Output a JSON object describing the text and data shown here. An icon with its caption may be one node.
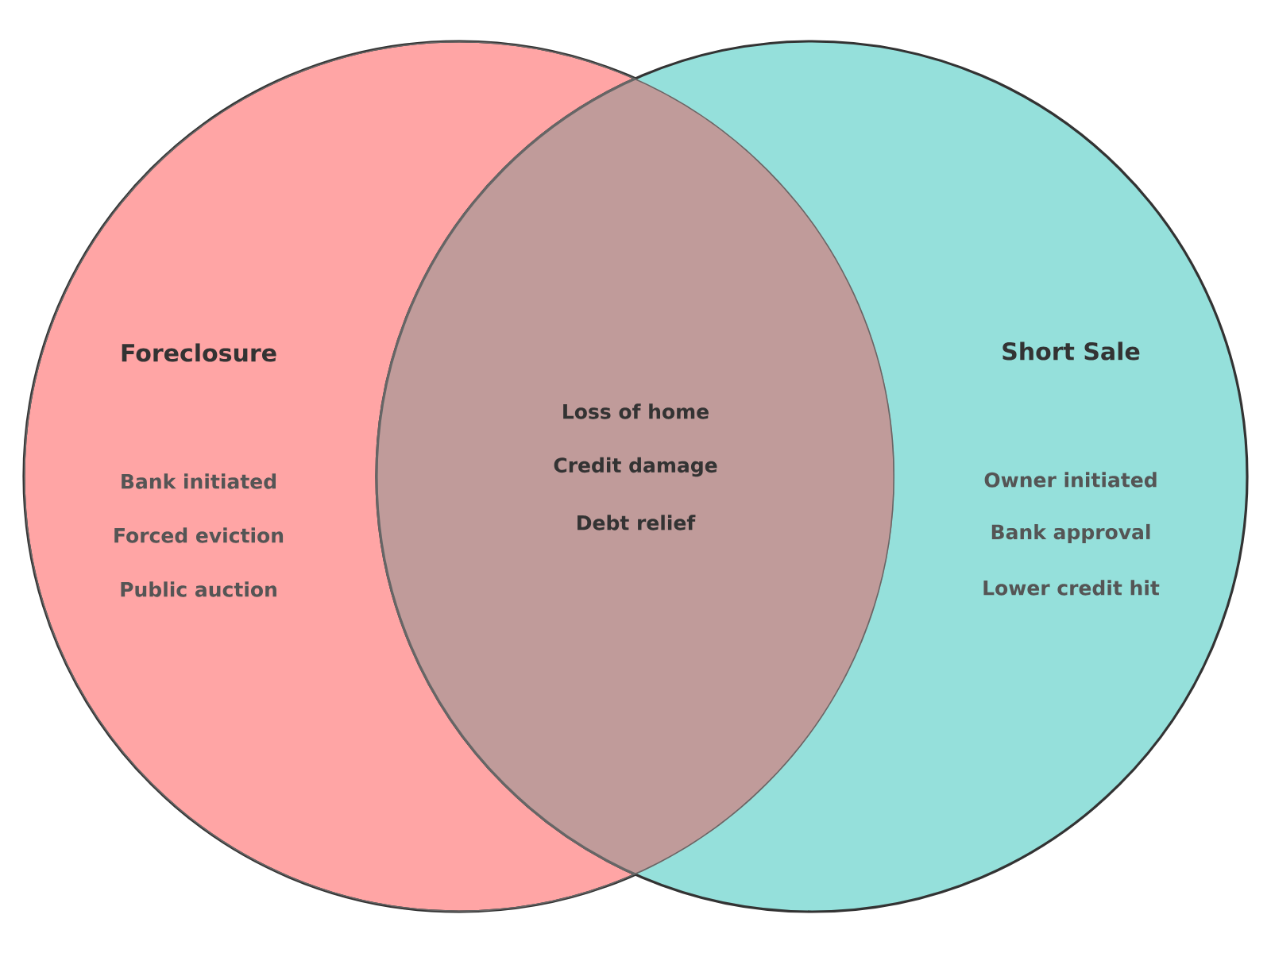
{
  "diagram": {
    "nodes": [
      {
        "text": [
          "Foreclosure",
          "Bank initiated",
          "Forced eviction",
          "Public auction"
        ]
      },
      {
        "text": [
          "Short Sale",
          "Owner initiated",
          "Bank approval",
          "Lower credit hit"
        ]
      },
      {
        "text": [
          "Loss of home",
          "Credit damage",
          "Debt relief"
        ]
      }
    ]
  }
}
